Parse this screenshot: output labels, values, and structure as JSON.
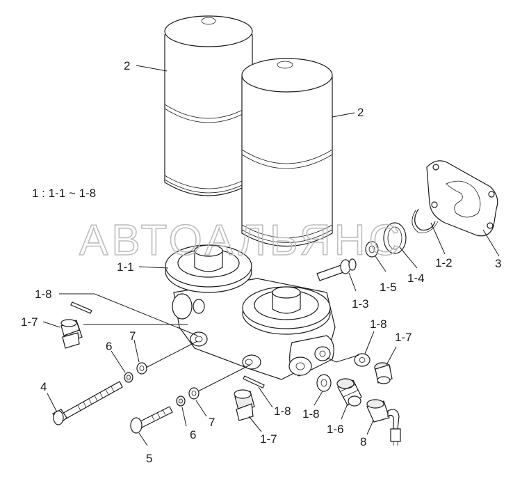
{
  "diagram": {
    "note": "1 : 1-1 ~ 1-8",
    "watermark": "АВТОАЛЬЯНС",
    "labels": {
      "l2a": "2",
      "l2b": "2",
      "l3": "3",
      "l1_1": "1-1",
      "l1_2": "1-2",
      "l1_3": "1-3",
      "l1_4": "1-4",
      "l1_5": "1-5",
      "l1_6": "1-6",
      "l1_7a": "1-7",
      "l1_7b": "1-7",
      "l1_7c": "1-7",
      "l1_8a": "1-8",
      "l1_8b": "1-8",
      "l1_8c": "1-8",
      "l1_8d": "1-8",
      "l4": "4",
      "l5": "5",
      "l6a": "6",
      "l6b": "6",
      "l7a": "7",
      "l7b": "7",
      "l8": "8"
    }
  }
}
